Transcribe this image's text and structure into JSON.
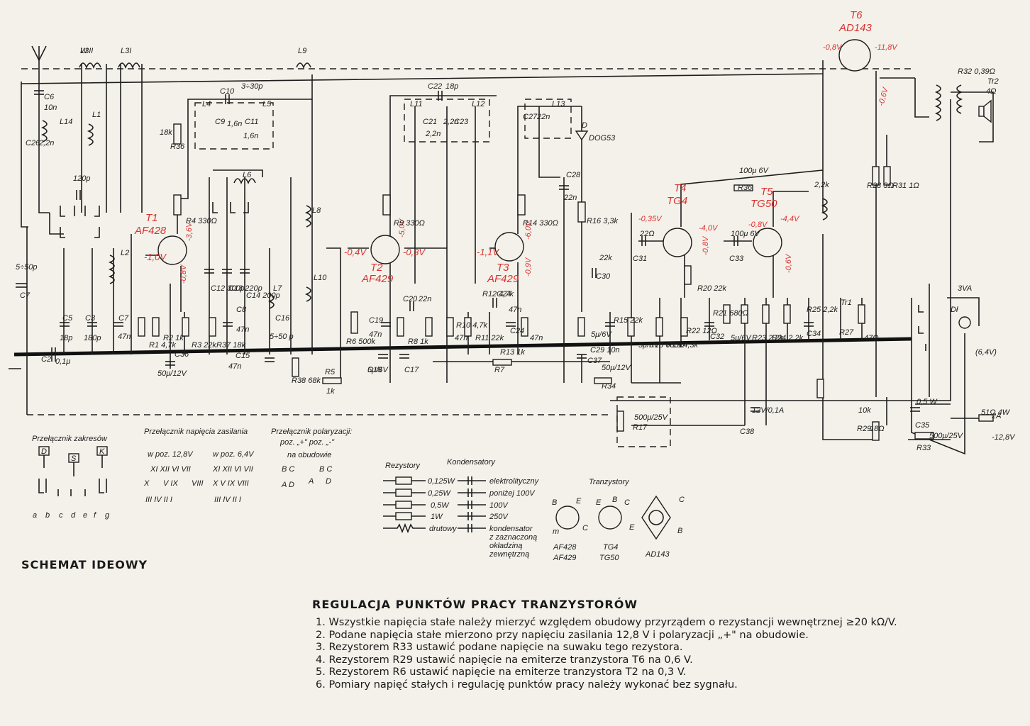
{
  "diagram": {
    "title": "SCHEMAT IDEOWY",
    "transistors": [
      {
        "ref": "T1",
        "type": "AF428",
        "voltages": [
          "-1,0V",
          "-3,6V",
          "-0,8V"
        ]
      },
      {
        "ref": "T2",
        "type": "AF429",
        "voltages": [
          "-0,4V",
          "-5,0V",
          "-0,3V"
        ]
      },
      {
        "ref": "T3",
        "type": "AF429",
        "voltages": [
          "-1,1V",
          "-6,0V",
          "-0,9V"
        ]
      },
      {
        "ref": "T4",
        "type": "TG4",
        "voltages": [
          "-0,35V",
          "-4,0V",
          "-0,8V"
        ]
      },
      {
        "ref": "T5",
        "type": "TG50",
        "voltages": [
          "-0,8V",
          "-4,4V",
          "-0,6V"
        ]
      },
      {
        "ref": "T6",
        "type": "AD143",
        "voltages": [
          "-0,8V",
          "-11,8V",
          "-0,6V"
        ]
      }
    ],
    "component_labels": [
      "L3II",
      "L3I",
      "L9",
      "C6",
      "10n",
      "L14",
      "C26",
      "2,2n",
      "L1",
      "C7",
      "5÷50p",
      "120p",
      "C10",
      "3÷30p",
      "L4",
      "L5",
      "C9",
      "1,6n",
      "C11",
      "1,6n",
      "R36",
      "18k",
      "R4 330Ω",
      "L6",
      "L8",
      "C22",
      "18p",
      "L11",
      "L12",
      "C21",
      "2,2n",
      "2,2n",
      "C23",
      "R9 330Ω",
      "C27",
      "22n",
      "L13",
      "D",
      "DOG53",
      "R14 330Ω",
      "C28",
      "22n",
      "R16 3,3k",
      "L2",
      "C5",
      "18p",
      "C3",
      "180p",
      "C7",
      "47n",
      "R1 4,7k",
      "R2 1k",
      "R3 22k",
      "R37 18k",
      "C8",
      "47n",
      "C12 300p",
      "C13 220p",
      "C14 200p",
      "L7",
      "L10",
      "C16",
      "5÷50 p",
      "C15",
      "47n",
      "R38 68k",
      "C36",
      "50μ/12V",
      "C2",
      "0,1μ",
      "R5",
      "1k",
      "R6 500k",
      "C19",
      "47n",
      "R8 1k",
      "C20",
      "22n",
      "C18",
      "5μ/6V",
      "C17",
      "47n",
      "R10 4,7k",
      "R11 22k",
      "R12 4,7k",
      "C24",
      "47n",
      "C24",
      "47n",
      "R13 1k",
      "R7",
      "22k",
      "C30",
      "5μ/6V",
      "R15 22k",
      "C29 10n",
      "C37",
      "50μ/12V",
      "R34",
      "22Ω",
      "C31",
      "5μ/6V",
      "R18 680Ω",
      "R19 4,3k",
      "R20 22k",
      "R22 12Ω",
      "R21 680Ω",
      "C32",
      "100μ 6V",
      "C33",
      "5μ/6V",
      "R23 2,2k",
      "R24 2,2k",
      "R25 2,2k",
      "C34",
      "100μ 6V",
      "R36",
      "2,2k",
      "Tr1",
      "R27",
      "47Ω",
      "R28 3Ω",
      "R31 1Ω",
      "R32 0,39Ω",
      "Tr2",
      "4Ω",
      "3VA",
      "Dł",
      "12V/0,1A",
      "C38",
      "500μ/25V",
      "R17",
      "10k",
      "R29",
      "18Ω",
      "0,5 W",
      "C35",
      "500μ/25V",
      "R33",
      "51Ω 4W",
      "2A",
      "-12,8V",
      "(6,4V)",
      "W"
    ],
    "legend": {
      "range_switch": "Przełącznik zakresów",
      "range_positions": [
        "D",
        "S",
        "K"
      ],
      "range_letters": [
        "a",
        "b",
        "c",
        "d",
        "e",
        "f",
        "g"
      ],
      "supply_switch": "Przełącznik napięcia zasilania",
      "supply_pos1": "w poz. 12,8V",
      "supply_pos2": "w poz. 6,4V",
      "polarity_switch": "Przełącznik polaryzacji:",
      "polarity_pos": "poz. „+\"   poz. „-\"",
      "polarity_case": "na obudowie",
      "resistors": "Rezystory",
      "capacitors": "Kondensatory",
      "r_watts": [
        "0,125W",
        "0,25W",
        "0,5W",
        "1W",
        "drutowy"
      ],
      "c_types": [
        "elektrolityczny",
        "poniżej 100V",
        "100V",
        "250V",
        "kondensator z zaznaczoną okładziną zewnętrzną"
      ],
      "transistors": "Tranzystory",
      "pkg_labels": [
        "AF428",
        "AF429",
        "TG4",
        "TG50",
        "AD143"
      ],
      "pins": [
        "B",
        "E",
        "C",
        "m"
      ]
    }
  },
  "instructions": {
    "heading": "REGULACJA PUNKTÓW PRACY TRANZYSTORÓW",
    "items": [
      "1. Wszystkie napięcia stałe należy mierzyć względem obudowy przyrządem o rezystancji wewnętrznej  ≥20 kΩ/V.",
      "2. Podane napięcia stałe mierzono przy napięciu zasilania 12,8 V i polaryzacji „+\" na obudowie.",
      "3. Rezystorem R33 ustawić podane napięcie na suwaku tego rezystora.",
      "4. Rezystorem R29 ustawić napięcie na emiterze tranzystora T6 na 0,6 V.",
      "5. Rezystorem R6 ustawić napięcie na emiterze tranzystora T2 na 0,3 V.",
      "6. Pomiary napięć stałych i regulację punktów pracy należy wykonać bez sygnału."
    ]
  },
  "colors": {
    "ink": "#1d1d1d",
    "voltage_red": "#d8322f",
    "paper": "#f4f1ea"
  }
}
